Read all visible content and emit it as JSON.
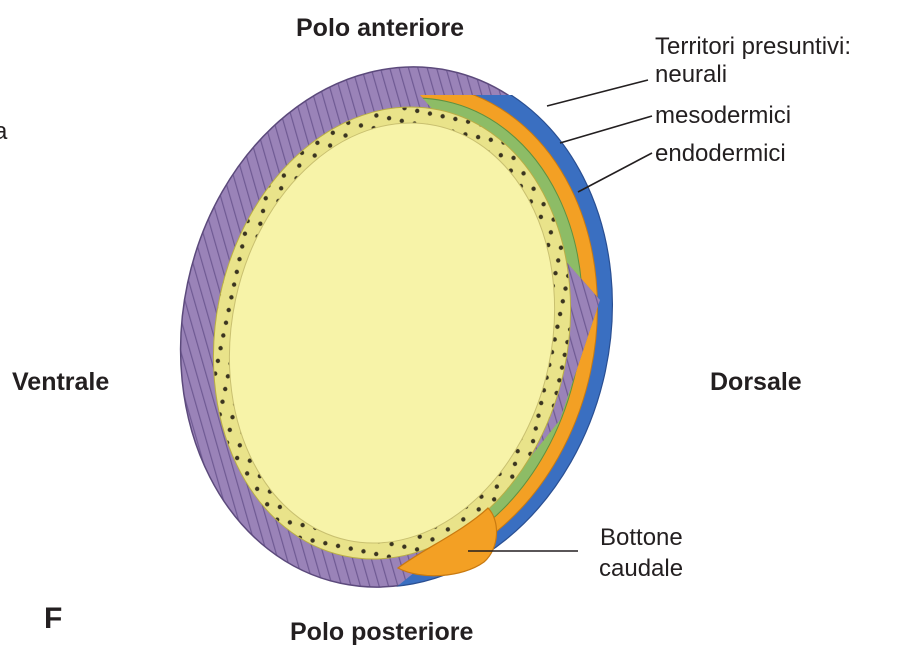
{
  "figure": {
    "panel_letter": "F",
    "cropped_left_text": "a"
  },
  "labels": {
    "polo_anteriore": "Polo anteriore",
    "polo_posteriore": "Polo posteriore",
    "ventrale": "Ventrale",
    "dorsale": "Dorsale",
    "territori_heading": "Territori presuntivi:",
    "neurali": "neurali",
    "mesodermici": "mesodermici",
    "endodermici": "endodermici",
    "bottone_line1": "Bottone",
    "bottone_line2": "caudale"
  },
  "colors": {
    "ectoderm_purple": "#9a83b8",
    "ectoderm_stripe": "#6f5a93",
    "neural_blue": "#3a6fc1",
    "mesoderm_orange": "#f3a024",
    "endoderm_green": "#8dbc66",
    "yolk_yellow": "#f7f3a8",
    "cell_ring": "#e9e38a",
    "text": "#231f20"
  }
}
